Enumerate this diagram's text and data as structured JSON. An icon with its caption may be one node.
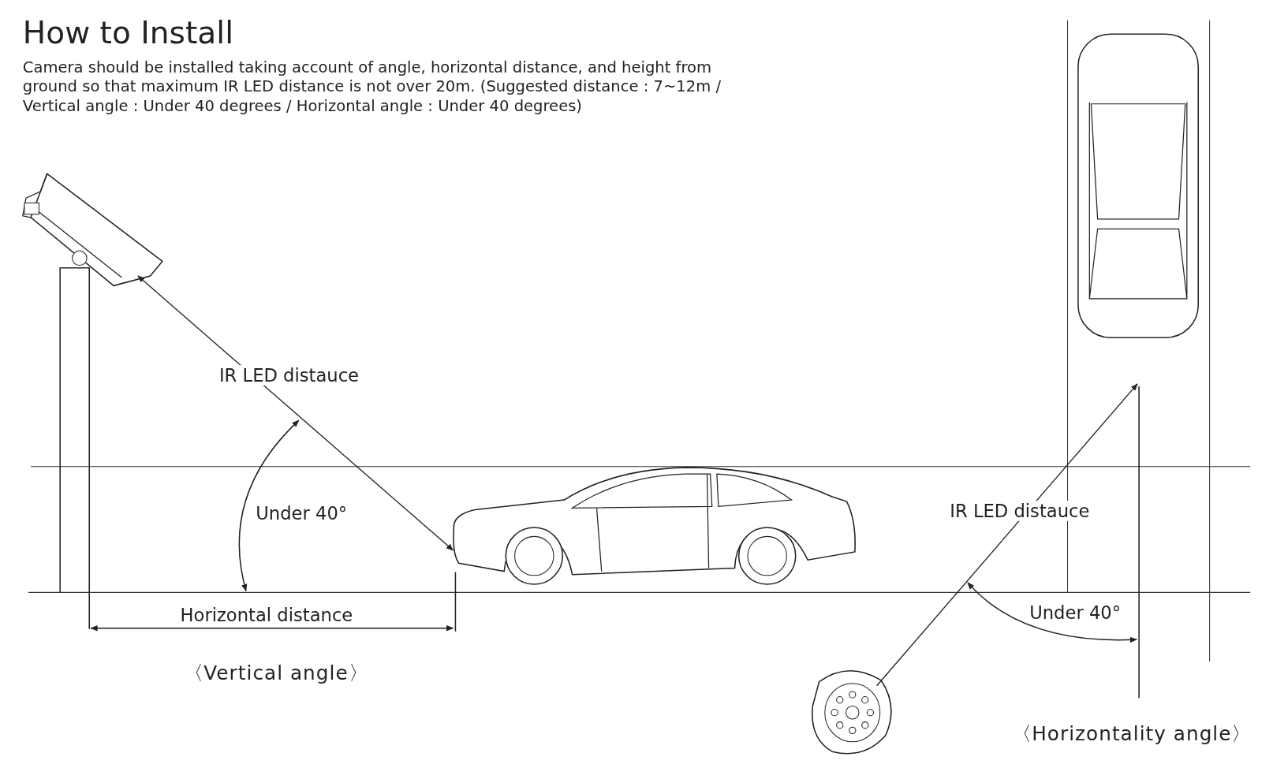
{
  "diagram": {
    "title": "How to Install",
    "nodes": [
      {
        "text": [],
        "shape": "picture"
      },
      {
        "text": [],
        "shape": "picture"
      },
      {
        "text": [],
        "shape": "picture"
      },
      {
        "text": [],
        "shape": "picture"
      }
    ],
    "edges": [
      {
        "from": 1,
        "to": 0,
        "arrow": "both",
        "label": "IR LED distauce"
      },
      {
        "from": 2,
        "to": null,
        "arrow": "to",
        "label": "IR LED distauce"
      }
    ],
    "labels": [
      "Camera should be installed taking account of angle, horizontal distance, and height from ground so that maximum IR LED distance is not over 20m. (Suggested distance : 7~12m / Vertical angle : Under 40 degrees / Horizontal angle : Under 40 degrees)",
      "Under 40°",
      "Horizontal distance",
      "〈Vertical angle〉",
      "Under 40°",
      "〈Horizontality angle〉"
    ]
  }
}
